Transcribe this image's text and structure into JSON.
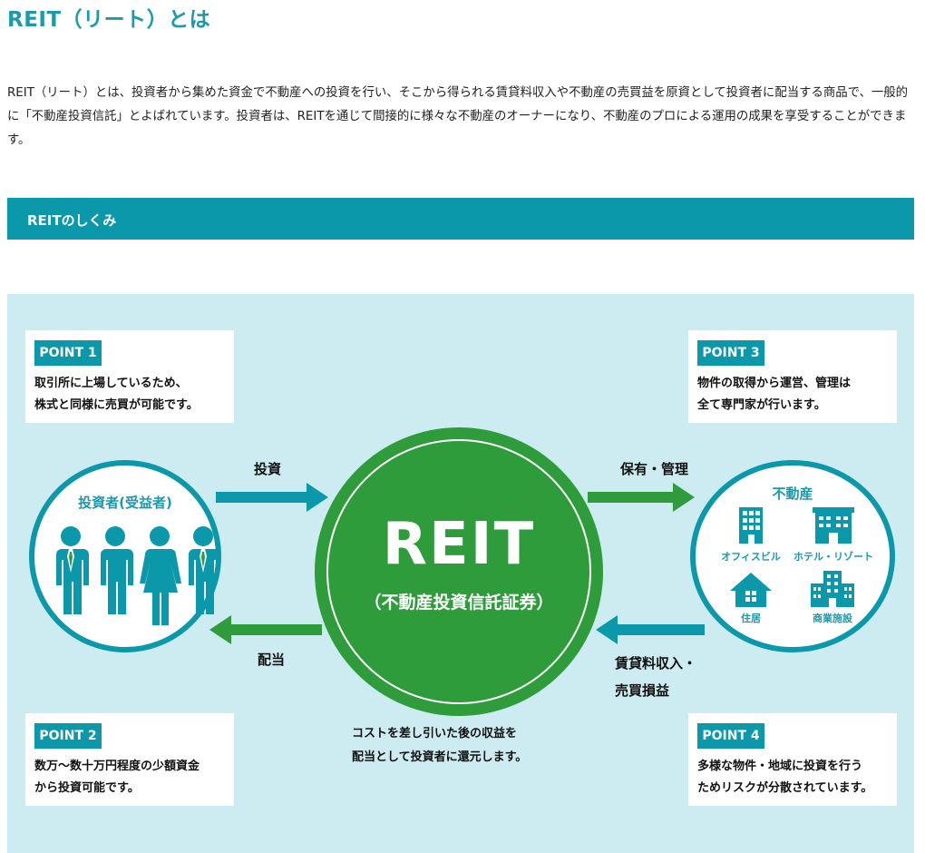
{
  "page": {
    "title": "REIT（リート）とは",
    "intro": "REIT（リート）とは、投資者から集めた資金で不動産への投資を行い、そこから得られる賃貸料収入や不動産の売買益を原資として投資者に配当する商品で、一般的に「不動産投資信託」とよばれています。投資者は、REITを通じて間接的に様々な不動産のオーナーになり、不動産のプロによる運用の成果を享受することができます。",
    "section_title": "REITのしくみ"
  },
  "diagram": {
    "points": [
      {
        "badge": "POINT 1",
        "text": "取引所に上場しているため、\n株式と同様に売買が可能です。"
      },
      {
        "badge": "POINT 2",
        "text": "数万～数十万円程度の少額資金\nから投資可能です。"
      },
      {
        "badge": "POINT 3",
        "text": "物件の取得から運営、管理は\n全て専門家が行います。"
      },
      {
        "badge": "POINT 4",
        "text": "多様な物件・地域に投資を行う\nためリスクが分散されています。"
      }
    ],
    "investor": {
      "title": "投資者(受益者)"
    },
    "reit": {
      "name": "REIT",
      "sub": "（不動産投資信託証券）"
    },
    "estate": {
      "title": "不動産",
      "items": [
        {
          "label": "オフィスビル",
          "icon": "office-building-icon"
        },
        {
          "label": "ホテル・リゾート",
          "icon": "hotel-icon"
        },
        {
          "label": "住居",
          "icon": "house-icon"
        },
        {
          "label": "商業施設",
          "icon": "commercial-facility-icon"
        }
      ]
    },
    "flows": {
      "invest": "投資",
      "dividend": "配当",
      "hold_manage": "保有・管理",
      "income": "賃貸料収入・\n売買損益"
    },
    "note": "コストを差し引いた後の収益を\n配当として投資者に還元します。",
    "colors": {
      "teal": "#0b98ab",
      "green": "#2e9c3a",
      "background": "#cdecf2"
    }
  }
}
